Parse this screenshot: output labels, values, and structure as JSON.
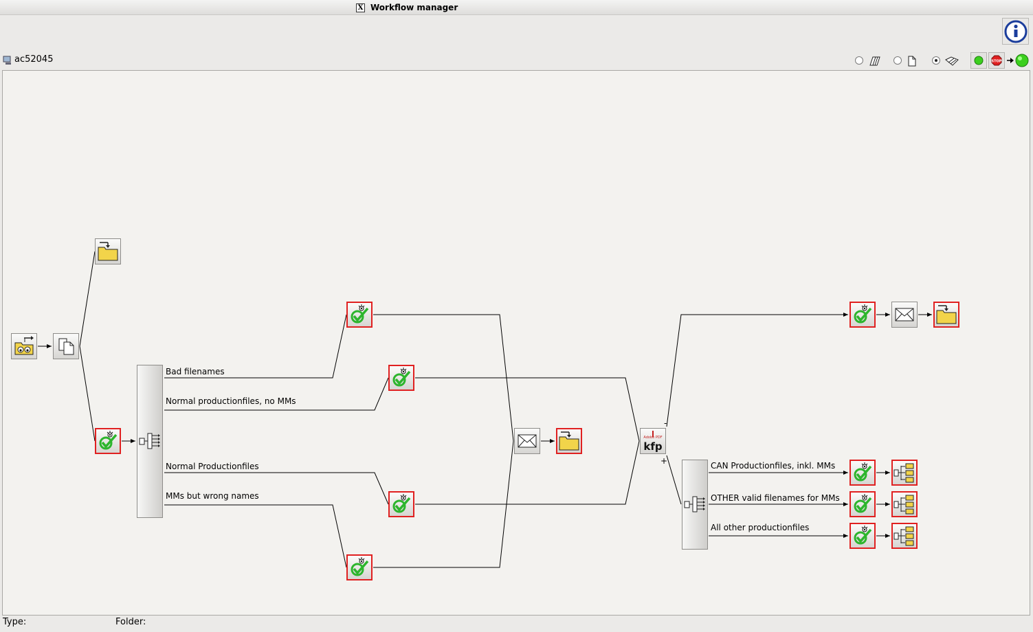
{
  "window": {
    "title": "Workflow manager",
    "title_icon": "x-logo-icon"
  },
  "toolbar": {
    "host": "ac52045",
    "view_options": [
      {
        "name": "view-option-all",
        "icon": "multi-page-icon",
        "selected": false
      },
      {
        "name": "view-option-single",
        "icon": "page-icon",
        "selected": false
      },
      {
        "name": "view-option-stack",
        "icon": "page-stack-icon",
        "selected": true
      }
    ],
    "buttons": {
      "start": "green-light-icon",
      "stop": "stop-sign-icon",
      "status": "green-light-icon",
      "info": "info-icon"
    }
  },
  "flow": {
    "connection_labels": [
      "Bad filenames",
      "Normal productionfiles, no MMs",
      "Normal Productionfiles",
      "MMs but wrong names",
      "CAN Productionfiles, inkl. MMs",
      "OTHER valid filenames for MMs",
      "All other productionfiles"
    ],
    "kfp_text": "kfp",
    "kfp_sub": "Adobe PDF",
    "minus_sign": "-",
    "plus_sign": "+",
    "node_icons": [
      "hot-folder-icon",
      "copy-icon",
      "folder-icon",
      "checkmark-icon",
      "router-icon",
      "mail-icon",
      "pdf-preflight-icon",
      "archive-icon"
    ]
  },
  "status": {
    "type_label": "Type:",
    "folder_label": "Folder:"
  },
  "colors": {
    "error_border": "#e02020",
    "check_green": "#2db52d",
    "folder_yellow": "#f2d44a",
    "status_green": "#3ccf1e",
    "stop_red": "#e02020"
  }
}
